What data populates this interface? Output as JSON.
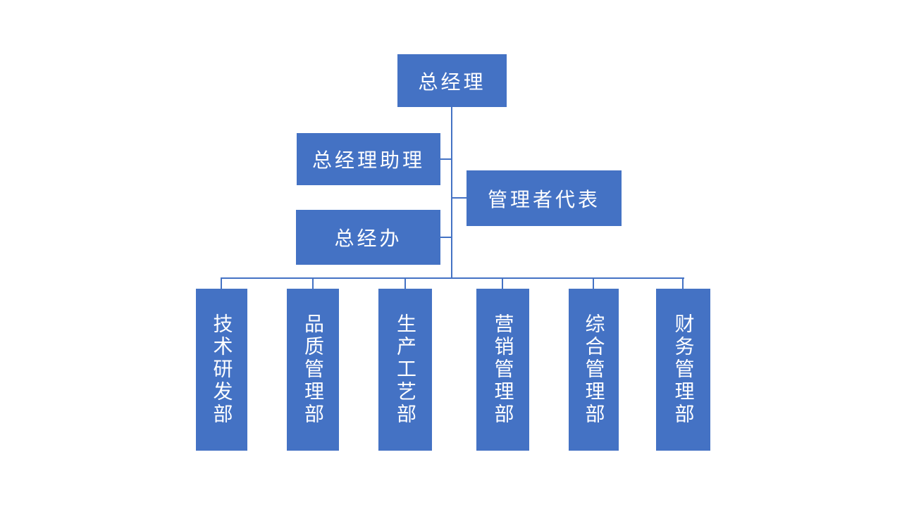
{
  "page": {
    "background_color": "#FFFFFF"
  },
  "colors": {
    "node_fill": "#4472C4",
    "node_text": "#FFFFFF",
    "connector": "#4472C4"
  },
  "org_chart": {
    "type": "organization-chart",
    "root": {
      "label": "总经理"
    },
    "staff_nodes": [
      {
        "label": "总经理助理",
        "side": "left"
      },
      {
        "label": "管理者代表",
        "side": "right"
      },
      {
        "label": "总经办",
        "side": "left"
      }
    ],
    "departments": [
      {
        "label": "技术研发部"
      },
      {
        "label": "品质管理部"
      },
      {
        "label": "生产工艺部"
      },
      {
        "label": "营销管理部"
      },
      {
        "label": "综合管理部"
      },
      {
        "label": "财务管理部"
      }
    ]
  }
}
